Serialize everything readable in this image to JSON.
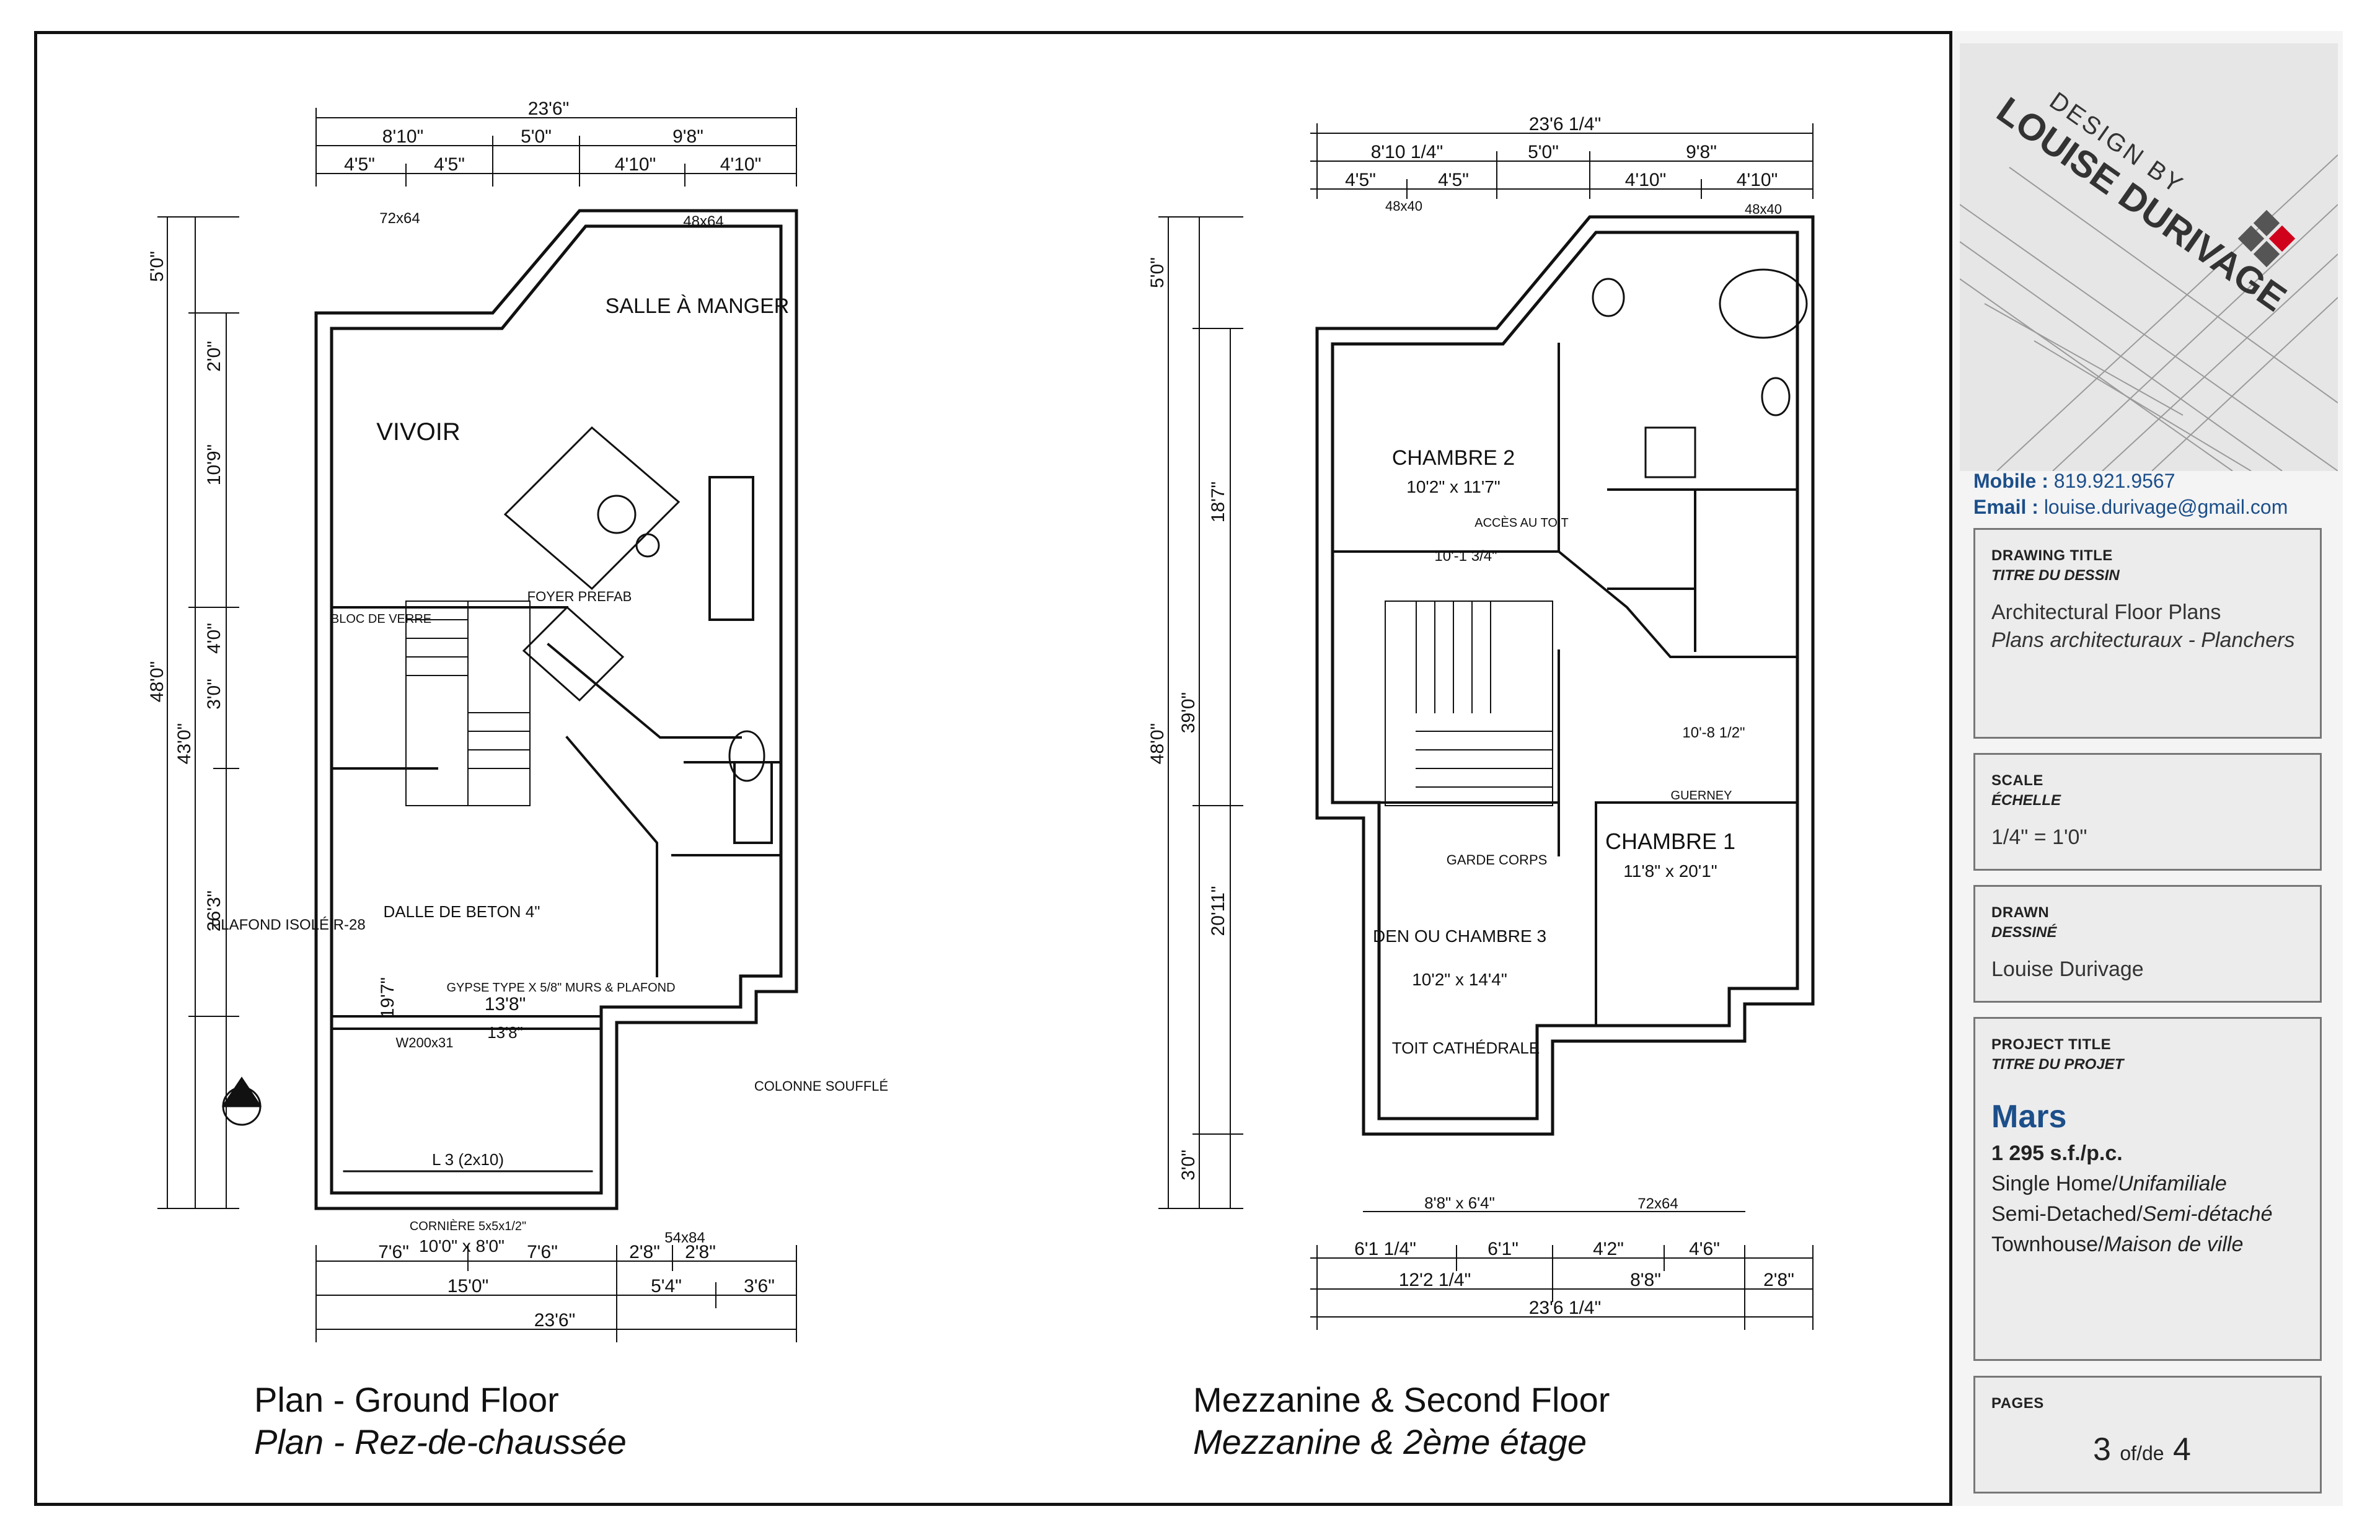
{
  "ground_floor": {
    "caption": "Plan - Ground Floor",
    "caption_fr": "Plan - Rez-de-chaussée",
    "rooms": [
      "SALLE À MANGER",
      "VIVOIR",
      "DALLE DE BETON 4\"",
      "PLAFOND ISOLÉ R-28",
      "GYPSE TYPE X 5/8\" MURS & PLAFOND",
      "COLONNE SOUFFLÉ",
      "FOYER PREFAB",
      "BLOC DE VERRE"
    ],
    "dims_top": [
      "23'6\"",
      "8'10\"",
      "5'0\"",
      "9'8\"",
      "4'5\"",
      "4'5\"",
      "4'10\"",
      "4'10\""
    ],
    "dims_bottom": [
      "7'6\"",
      "7'6\"",
      "2'8\"",
      "2'8\"",
      "15'0\"",
      "5'4\"",
      "3'6\"",
      "23'6\""
    ],
    "dims_left": [
      "5'0\"",
      "2'0\"",
      "10'9\"",
      "4'0\"",
      "3'0\"",
      "43'0\"",
      "48'0\"",
      "26'3\"",
      "19'7\"",
      "13'8\""
    ],
    "notes": [
      "72x64",
      "48x64",
      "10'0\" x 8'0\"",
      "54x84",
      "CORNIÈRE 5x5x1/2\"",
      "W200x31",
      "L 3 (2x10)",
      "13'8\""
    ]
  },
  "second_floor": {
    "caption": "Mezzanine & Second Floor",
    "caption_fr": "Mezzanine & 2ème étage",
    "rooms": [
      "CHAMBRE 2",
      "10'2\" x 11'7\"",
      "CHAMBRE 1",
      "11'8\" x 20'1\"",
      "DEN OU CHAMBRE 3",
      "10'2\" x 14'4\"",
      "TOIT CATHÉDRALE",
      "GARDE CORPS",
      "ACCÈS AU TOIT",
      "GUERNEY"
    ],
    "dims_top": [
      "23'6 1/4\"",
      "8'10 1/4\"",
      "5'0\"",
      "9'8\"",
      "4'5\"",
      "4'5\"",
      "4'10\"",
      "4'10\""
    ],
    "dims_bottom": [
      "6'1 1/4\"",
      "6'1\"",
      "4'2\"",
      "4'6\"",
      "12'2 1/4\"",
      "8'8\"",
      "2'8\"",
      "23'6 1/4\""
    ],
    "dims_left": [
      "5'0\"",
      "18'7\"",
      "48'0\"",
      "39'0\"",
      "20'11\"",
      "3'0\""
    ],
    "notes": [
      "48x40",
      "48x40",
      "8'8\" x 6'4\"",
      "72x64",
      "10'-8 1/2\"",
      "10'-1 3/4\""
    ]
  },
  "title_block": {
    "brand_small": "DESIGN BY",
    "brand_large": "LOUISE DURIVAGE",
    "mobile_label": "Mobile :",
    "mobile": "819.921.9567",
    "email_label": "Email :",
    "email": "louise.durivage@gmail.com",
    "drawing_title_label": "DRAWING TITLE",
    "drawing_title_label_fr": "TITRE DU DESSIN",
    "drawing_title": "Architectural Floor Plans",
    "drawing_title_fr": "Plans architecturaux - Planchers",
    "scale_label": "SCALE",
    "scale_label_fr": "ÉCHELLE",
    "scale": "1/4\" = 1'0\"",
    "drawn_label": "DRAWN",
    "drawn_label_fr": "DESSINÉ",
    "drawn_by": "Louise Durivage",
    "project_label": "PROJECT TITLE",
    "project_label_fr": "TITRE DU PROJET",
    "project_name": "Mars",
    "area": "1 295 s.f./p.c.",
    "types": [
      {
        "en": "Single Home/",
        "fr": "Unifamiliale"
      },
      {
        "en": "Semi-Detached/",
        "fr": "Semi-détaché"
      },
      {
        "en": "Townhouse/",
        "fr": "Maison de ville"
      }
    ],
    "pages_label": "PAGES",
    "page_current": "3",
    "page_of": "of/de",
    "page_total": "4",
    "accent_colors": [
      "#555555",
      "#d0021b"
    ]
  }
}
